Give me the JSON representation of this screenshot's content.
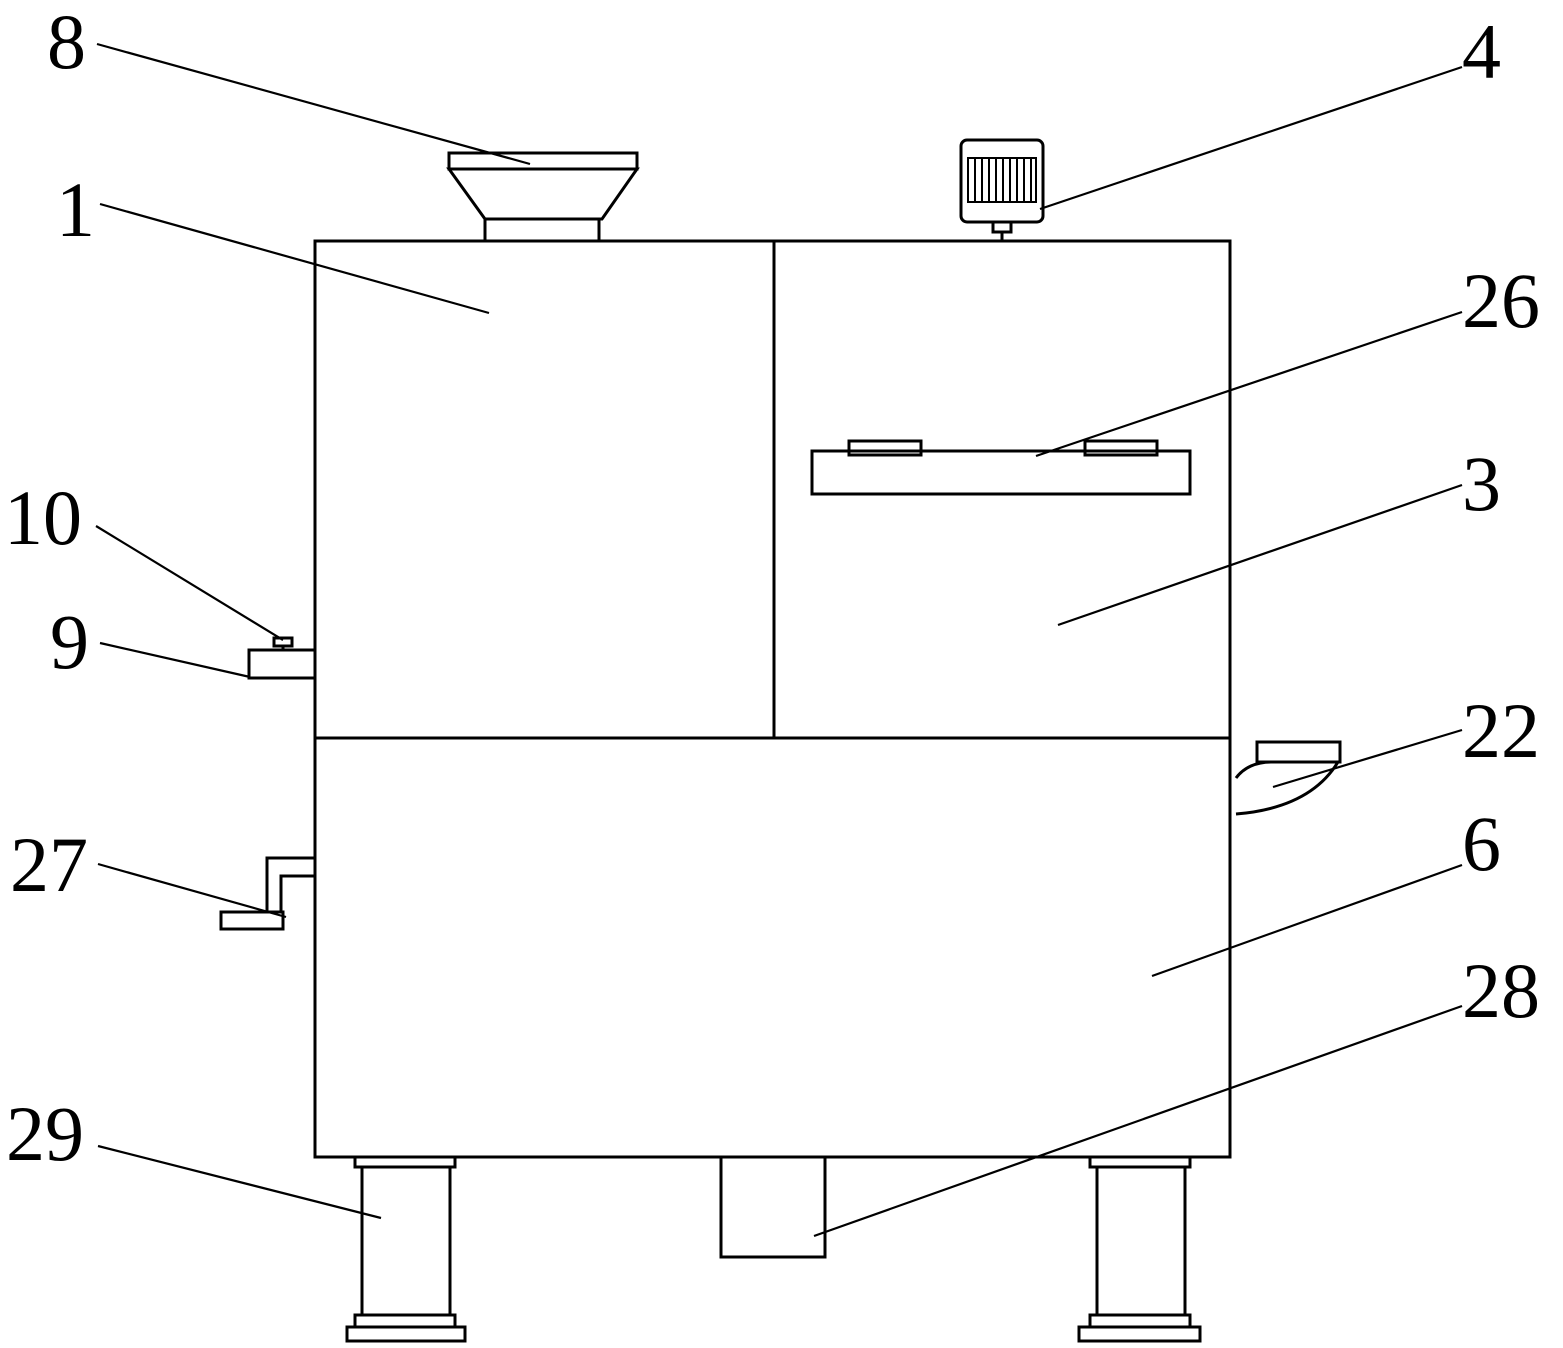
{
  "callouts": {
    "c1": "1",
    "c3": "3",
    "c4": "4",
    "c6": "6",
    "c8": "8",
    "c9": "9",
    "c10": "10",
    "c22": "22",
    "c26": "26",
    "c27": "27",
    "c28": "28",
    "c29": "29"
  },
  "colors": {
    "stroke": "#000000",
    "background": "#ffffff"
  }
}
